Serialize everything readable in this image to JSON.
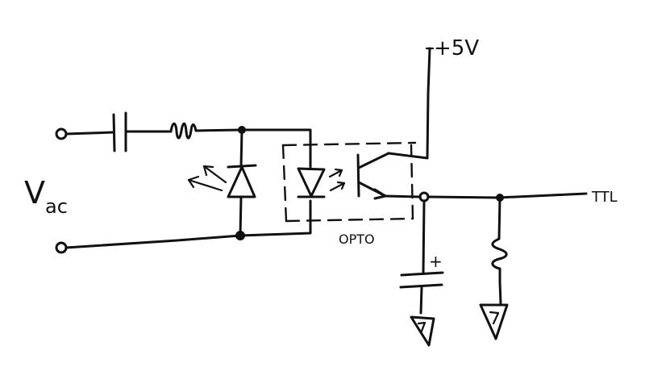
{
  "labels": {
    "input": "V",
    "input_sub": "ac",
    "supply": "+5V",
    "opto": "OPTO",
    "output": "TTL",
    "cap_polarity": "+"
  },
  "colors": {
    "ink": "#111111",
    "paper": "#ffffff"
  },
  "icons": {
    "capacitor": "capacitor-icon",
    "resistor": "resistor-icon",
    "zener_led": "led-icon",
    "opto_led": "led-icon",
    "phototransistor": "phototransistor-icon",
    "ground": "ground-icon"
  }
}
